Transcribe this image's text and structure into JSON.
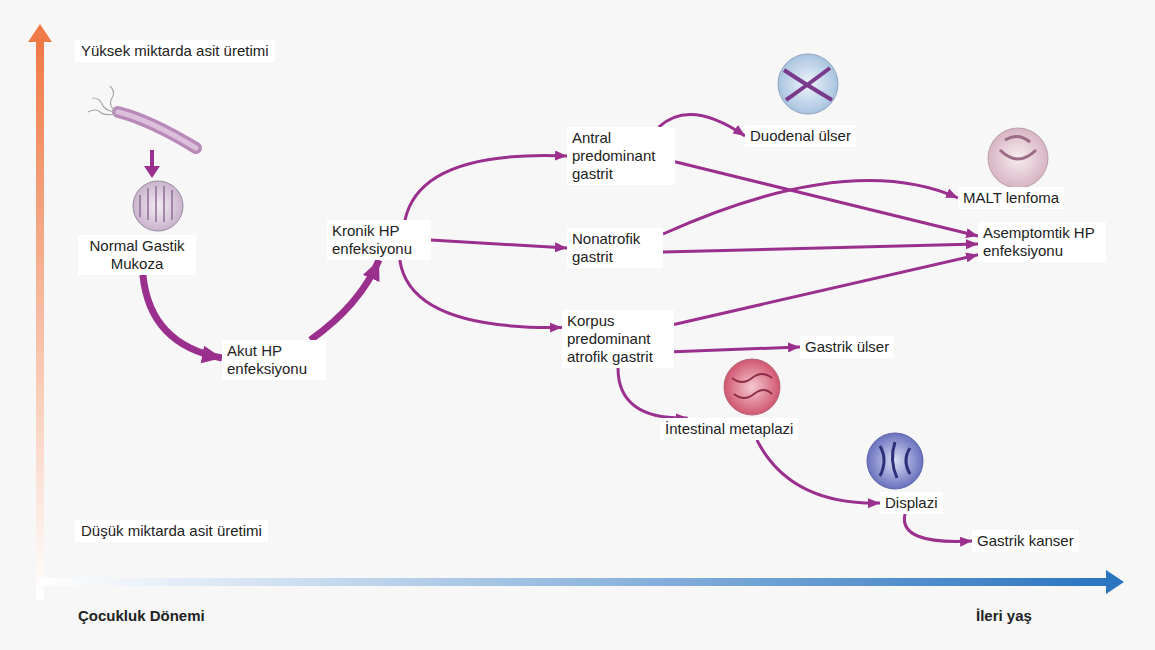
{
  "diagram": {
    "nodes": [
      {
        "text": [
          "Normal Gastik Mukoza"
        ]
      },
      {
        "text": [
          "Akut HP enfeksiyonu"
        ]
      },
      {
        "text": [
          "Kronik HP enfeksiyonu"
        ]
      },
      {
        "text": [
          "Antral predominant gastrit"
        ]
      },
      {
        "text": [
          "Nonatrofik gastrit"
        ]
      },
      {
        "text": [
          "Korpus predominant atrofik gastrit"
        ]
      },
      {
        "text": [
          "Duodenal ülser"
        ]
      },
      {
        "text": [
          "MALT lenfoma"
        ]
      },
      {
        "text": [
          "Asemptomtik HP enfeksiyonu"
        ]
      },
      {
        "text": [
          "Gastrik ülser"
        ]
      },
      {
        "text": [
          "İntestinal metaplazi"
        ]
      },
      {
        "text": [
          "Displazi"
        ]
      },
      {
        "text": [
          "Gastrik kanser"
        ]
      }
    ],
    "edges": [
      {
        "from": 0,
        "to": 1,
        "arrow": "to"
      },
      {
        "from": 1,
        "to": 2,
        "arrow": "to"
      },
      {
        "from": 2,
        "to": 3,
        "arrow": "to"
      },
      {
        "from": 2,
        "to": 4,
        "arrow": "to"
      },
      {
        "from": 2,
        "to": 5,
        "arrow": "to"
      },
      {
        "from": 3,
        "to": 6,
        "arrow": "to"
      },
      {
        "from": 3,
        "to": 8,
        "arrow": "to"
      },
      {
        "from": 4,
        "to": 7,
        "arrow": "to"
      },
      {
        "from": 4,
        "to": 8,
        "arrow": "to"
      },
      {
        "from": 5,
        "to": 8,
        "arrow": "to"
      },
      {
        "from": 5,
        "to": 9,
        "arrow": "to"
      },
      {
        "from": 5,
        "to": 10,
        "arrow": "to"
      },
      {
        "from": 10,
        "to": 11,
        "arrow": "to"
      },
      {
        "from": 11,
        "to": 12,
        "arrow": "to"
      }
    ],
    "labels": [
      "Yüksek miktarda asit üretimi",
      "Düşük miktarda asit üretimi",
      "Çocukluk Dönemi",
      "İleri yaş"
    ]
  }
}
